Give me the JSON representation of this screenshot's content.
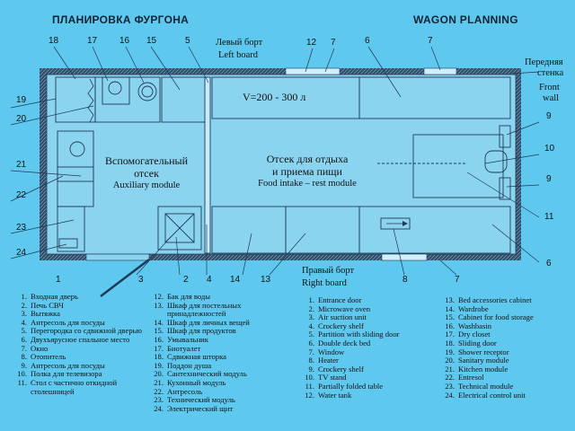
{
  "titles": {
    "ru": "ПЛАНИРОВКА ФУРГОНА",
    "en": "WAGON PLANNING"
  },
  "sides": {
    "left_ru": "Левый борт",
    "left_en": "Left board",
    "right_ru": "Правый борт",
    "right_en": "Right board",
    "front_ru_1": "Передняя",
    "front_ru_2": "стенка",
    "front_en_1": "Front",
    "front_en_2": "wall"
  },
  "zones": {
    "aux_ru_1": "Вспомогательный",
    "aux_ru_2": "отсек",
    "aux_en": "Auxiliary module",
    "rest_ru_1": "Отсек для отдыха",
    "rest_ru_2": "и приема пищи",
    "rest_en": "Food intake – rest module",
    "volume": "V=200 - 300 л"
  },
  "callouts": {
    "top": [
      "18",
      "17",
      "16",
      "15",
      "5",
      "12",
      "7",
      "6",
      "7"
    ],
    "left": [
      "19",
      "20",
      "21",
      "22",
      "23",
      "24"
    ],
    "right": [
      "9",
      "10",
      "9",
      "11",
      "6"
    ],
    "bottom": [
      "1",
      "3",
      "2",
      "4",
      "14",
      "13",
      "8",
      "7"
    ]
  },
  "legend_ru": [
    {
      "n": "1.",
      "t": "Входная дверь"
    },
    {
      "n": "2.",
      "t": "Печь СВЧ"
    },
    {
      "n": "3.",
      "t": "Вытяжка"
    },
    {
      "n": "4.",
      "t": "Антресоль для посуды"
    },
    {
      "n": "5.",
      "t": "Перегородка со сдвижной дверью"
    },
    {
      "n": "6.",
      "t": "Двухъярусное спальное место"
    },
    {
      "n": "7.",
      "t": "Окно"
    },
    {
      "n": "8.",
      "t": "Отопитель"
    },
    {
      "n": "9.",
      "t": "Антресоль для посуды"
    },
    {
      "n": "10.",
      "t": "Полка для телевизора"
    },
    {
      "n": "11.",
      "t": "Стол с частично откидной столешницей"
    },
    {
      "n": "12.",
      "t": "Бак для воды"
    },
    {
      "n": "13.",
      "t": "Шкаф для постельных принадлежностей"
    },
    {
      "n": "14.",
      "t": "Шкаф для личных вещей"
    },
    {
      "n": "15.",
      "t": "Шкаф для продуктов"
    },
    {
      "n": "16.",
      "t": "Умывальник"
    },
    {
      "n": "17.",
      "t": "Биотуалет"
    },
    {
      "n": "18.",
      "t": "Сдвижная шторка"
    },
    {
      "n": "19.",
      "t": "Поддон душа"
    },
    {
      "n": "20.",
      "t": "Сантехнический модуль"
    },
    {
      "n": "21.",
      "t": "Кухонный модуль"
    },
    {
      "n": "22.",
      "t": "Антресоль"
    },
    {
      "n": "23.",
      "t": "Технический модуль"
    },
    {
      "n": "24.",
      "t": "Электрический щит"
    }
  ],
  "legend_en": [
    {
      "n": "1.",
      "t": "Entrance door"
    },
    {
      "n": "2.",
      "t": "Microwave oven"
    },
    {
      "n": "3.",
      "t": "Air suction unit"
    },
    {
      "n": "4.",
      "t": "Crockery shelf"
    },
    {
      "n": "5.",
      "t": "Partition with sliding door"
    },
    {
      "n": "6.",
      "t": "Double deck bed"
    },
    {
      "n": "7.",
      "t": "Window"
    },
    {
      "n": "8.",
      "t": "Heater"
    },
    {
      "n": "9.",
      "t": "Crockery shelf"
    },
    {
      "n": "10.",
      "t": "TV stand"
    },
    {
      "n": "11.",
      "t": "Partially folded table"
    },
    {
      "n": "12.",
      "t": "Water tank"
    },
    {
      "n": "13.",
      "t": "Bed accessories cabinet"
    },
    {
      "n": "14.",
      "t": "Wardrobe"
    },
    {
      "n": "15.",
      "t": "Cabinet for food storage"
    },
    {
      "n": "16.",
      "t": "Washbasin"
    },
    {
      "n": "17.",
      "t": "Dry closet"
    },
    {
      "n": "18.",
      "t": "Sliding door"
    },
    {
      "n": "19.",
      "t": "Shower receptor"
    },
    {
      "n": "20.",
      "t": "Sanitary module"
    },
    {
      "n": "21.",
      "t": "Kitchen module"
    },
    {
      "n": "22.",
      "t": "Entresol"
    },
    {
      "n": "23.",
      "t": "Technical module"
    },
    {
      "n": "24.",
      "t": "Electrical control unit"
    }
  ],
  "colors": {
    "background": "#5fc8ee",
    "wall": "#2a4a6a",
    "floor": "#8ad4f0"
  }
}
